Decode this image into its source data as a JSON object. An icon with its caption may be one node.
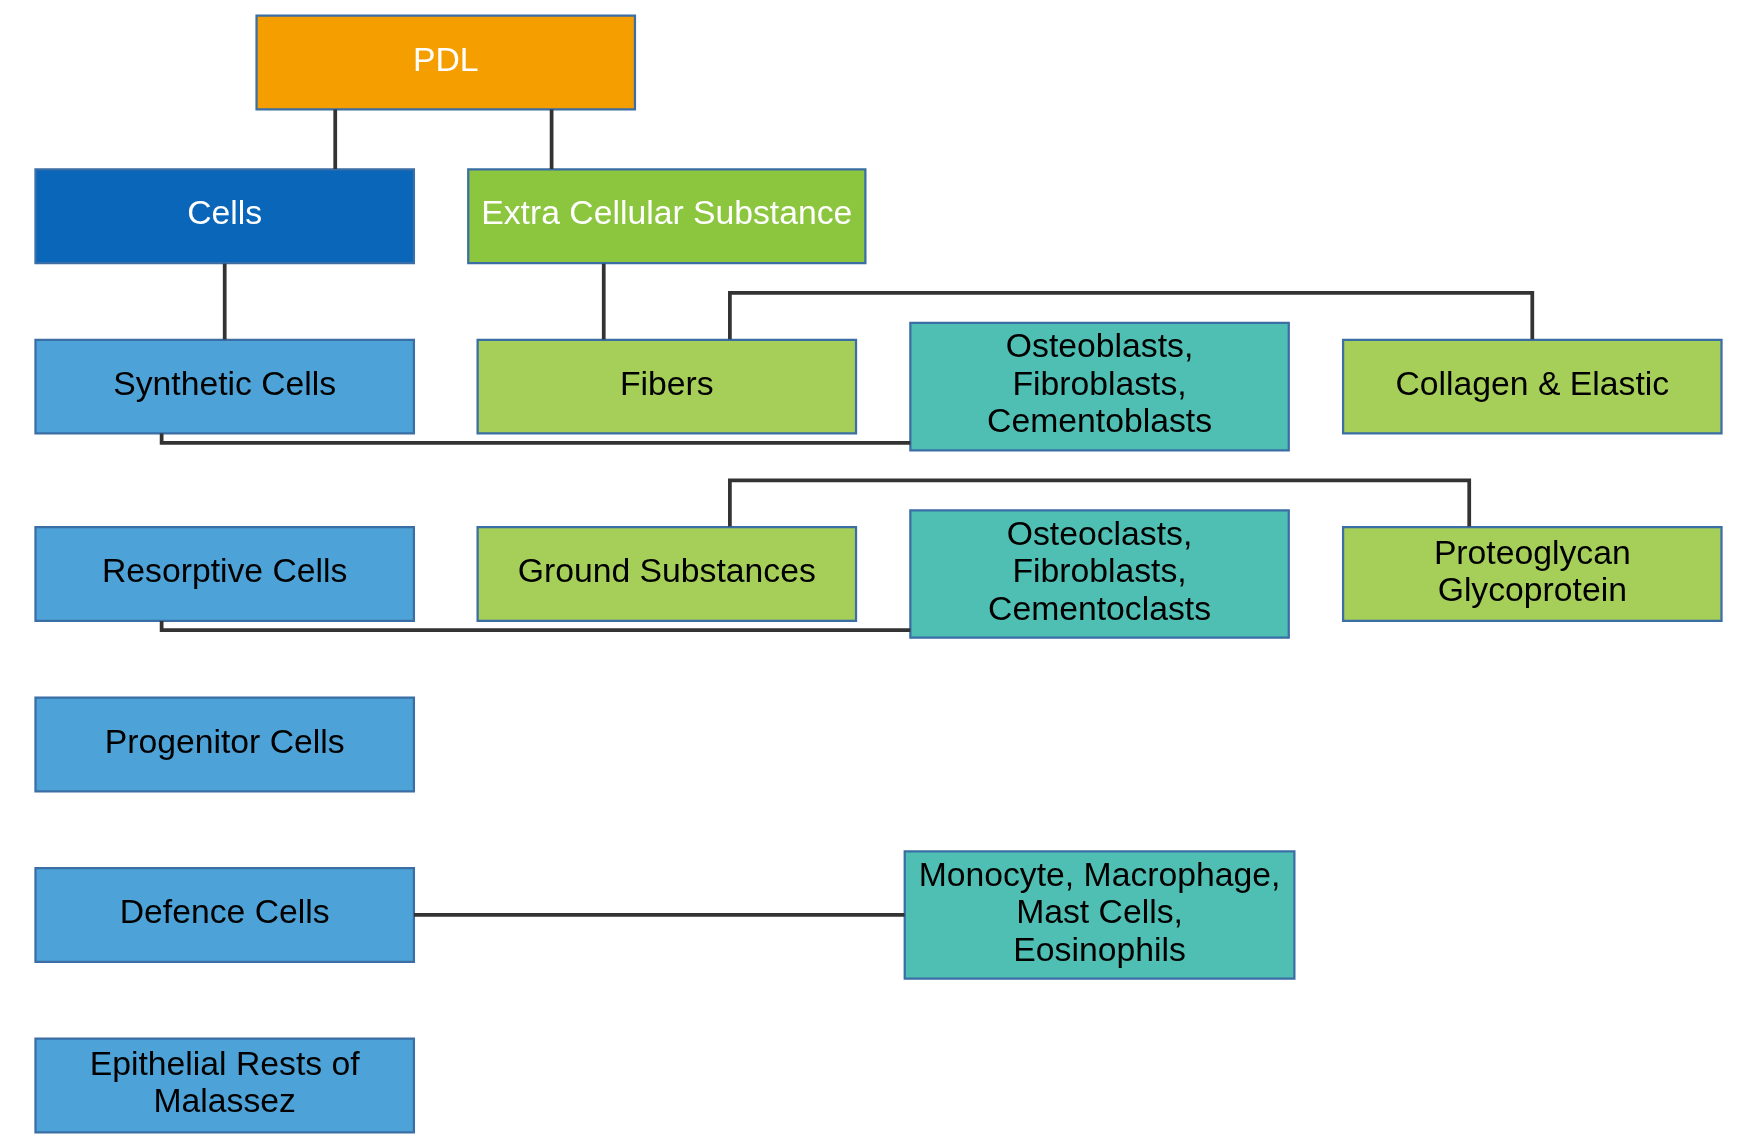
{
  "diagram": {
    "nodes": [
      {
        "text": [
          "PDL"
        ]
      },
      {
        "text": [
          "Cells"
        ]
      },
      {
        "text": [
          "Extra Cellular Substance"
        ]
      },
      {
        "text": [
          "Synthetic Cells"
        ]
      },
      {
        "text": [
          "Osteoblasts, Fibroblasts, Cementoblasts"
        ]
      },
      {
        "text": [
          "Resorptive Cells"
        ]
      },
      {
        "text": [
          "Osteoclasts, Fibroblasts, Cementoclasts"
        ]
      },
      {
        "text": [
          "Progenitor Cells"
        ]
      },
      {
        "text": [
          "Defence Cells"
        ]
      },
      {
        "text": [
          "Monocyte, Macrophage, Mast Cells, Eosinophils"
        ]
      },
      {
        "text": [
          "Epithelial Rests of Malassez"
        ]
      },
      {
        "text": [
          "Collagen & Elastic"
        ]
      },
      {
        "text": [
          "Fibers"
        ]
      },
      {
        "text": [
          "Proteoglycan Glycoprotein"
        ]
      },
      {
        "text": [
          "Ground Substances"
        ]
      }
    ],
    "edges": [
      {
        "from": 0,
        "to": 1,
        "arrow": "none"
      },
      {
        "from": 0,
        "to": 2,
        "arrow": "none"
      },
      {
        "from": 1,
        "to": 3,
        "arrow": "none"
      },
      {
        "from": 3,
        "to": 4,
        "arrow": "none"
      },
      {
        "from": 5,
        "to": 6,
        "arrow": "none"
      },
      {
        "from": 8,
        "to": 9,
        "arrow": "none"
      },
      {
        "from": 2,
        "to": 12,
        "arrow": "none"
      },
      {
        "from": 11,
        "to": 12,
        "arrow": "none"
      },
      {
        "from": 13,
        "to": 14,
        "arrow": "none"
      }
    ]
  }
}
